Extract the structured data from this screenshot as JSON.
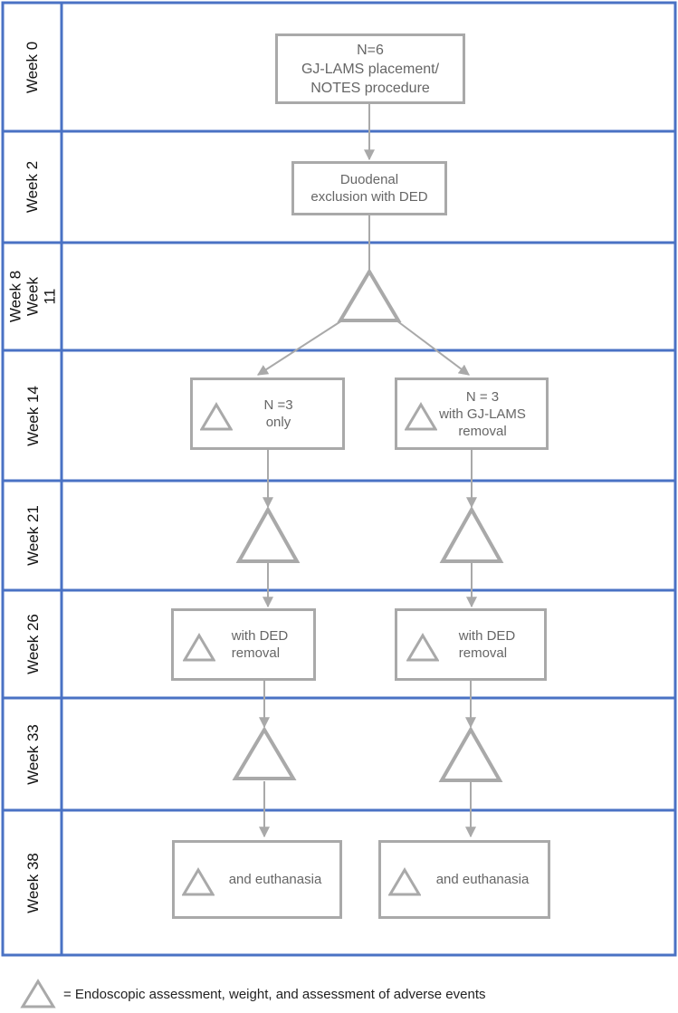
{
  "weeks": [
    {
      "label": "Week 0"
    },
    {
      "label": "Week 2"
    },
    {
      "label": "Week 8\nWeek 11"
    },
    {
      "label": "Week 14"
    },
    {
      "label": "Week 21"
    },
    {
      "label": "Week 26"
    },
    {
      "label": "Week 33"
    },
    {
      "label": "Week 38"
    }
  ],
  "nodes": {
    "start": "N=6\nGJ-LAMS placement/\nNOTES procedure",
    "exclusion": "Duodenal\nexclusion with DED",
    "left_group": "N =3\nonly",
    "right_group": "N = 3\nwith GJ-LAMS\nremoval",
    "left_ded_removal": "with DED\nremoval",
    "right_ded_removal": "with DED\nremoval",
    "left_euthanasia": "and euthanasia",
    "right_euthanasia": "and euthanasia"
  },
  "legend": {
    "icon": "triangle-icon",
    "text": "= Endoscopic assessment, weight, and assessment of adverse events"
  },
  "colors": {
    "grid": "#4a72c4",
    "node_border": "#a9a9a9",
    "node_text": "#666666"
  }
}
